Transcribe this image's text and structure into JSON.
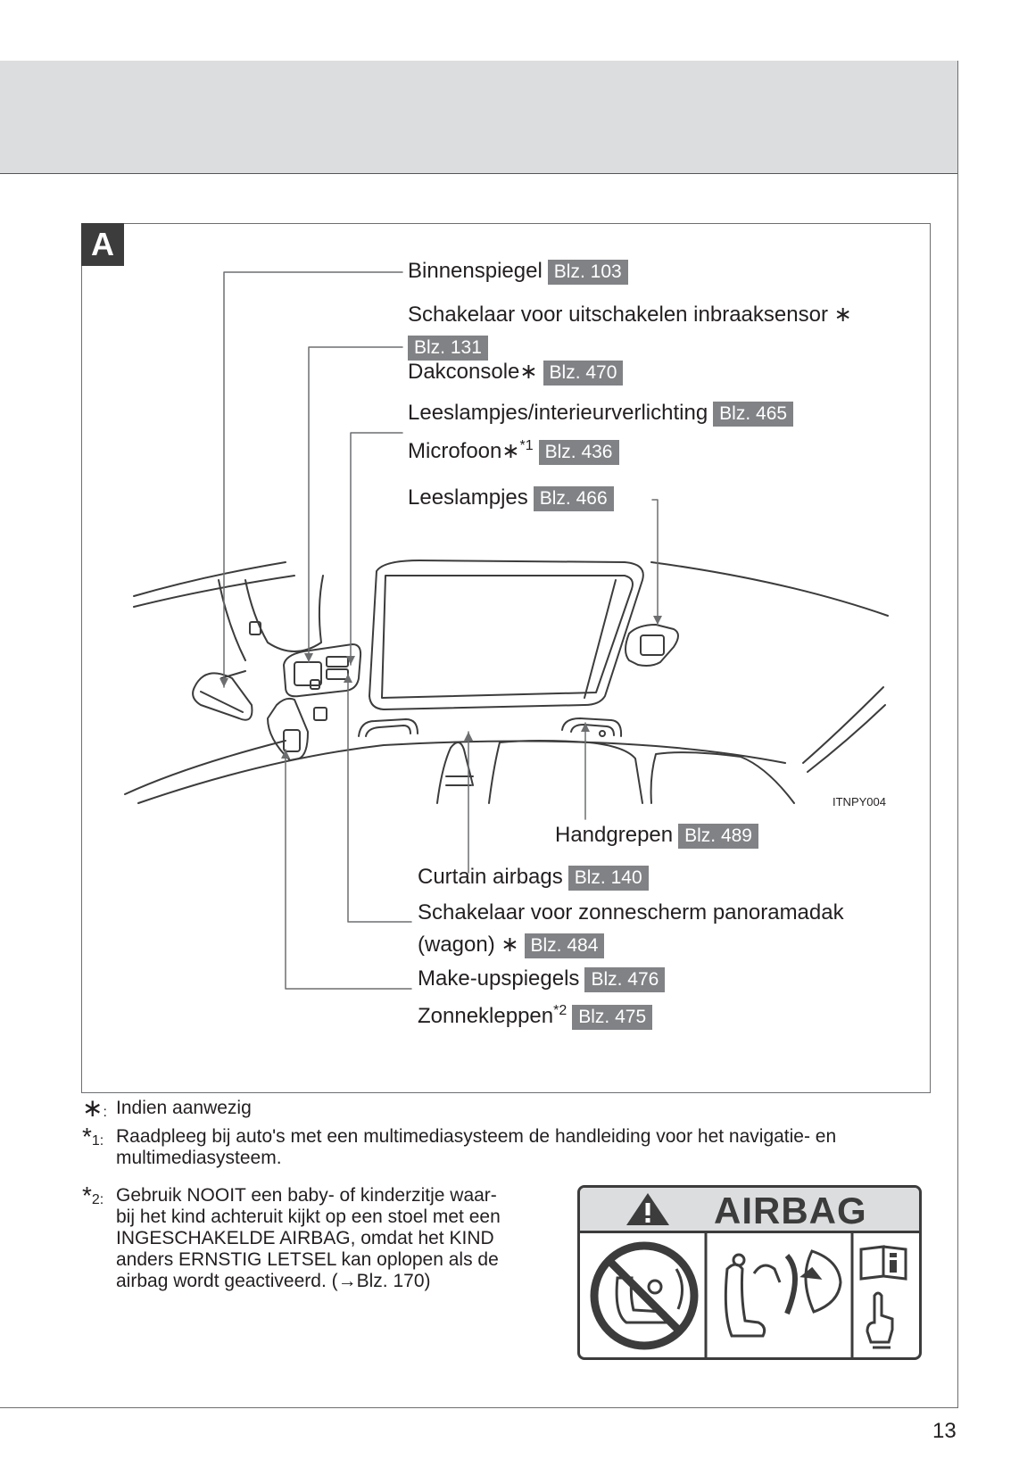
{
  "section": {
    "badge": "A"
  },
  "labels": {
    "binnenspiegel": {
      "text": "Binnenspiegel",
      "blz": "Blz. 103"
    },
    "inbraaksensor": {
      "text": "Schakelaar voor uitschakelen inbraaksensor",
      "asterisk": "∗",
      "blz": "Blz. 131"
    },
    "dakconsole": {
      "text": "Dakconsole",
      "asterisk": "∗",
      "blz": "Blz. 470"
    },
    "leeslampjes_interieur": {
      "text": "Leeslampjes/interieurverlichting",
      "blz": "Blz. 465"
    },
    "microfoon": {
      "text": "Microfoon",
      "asterisk": "∗",
      "footnote_mark": "*1",
      "blz": "Blz. 436"
    },
    "leeslampjes": {
      "text": "Leeslampjes",
      "blz": "Blz. 466"
    },
    "handgrepen": {
      "text": "Handgrepen",
      "blz": "Blz. 489"
    },
    "curtain_airbags": {
      "text": "Curtain airbags",
      "blz": "Blz. 140"
    },
    "zonnescherm": {
      "text": "Schakelaar voor zonnescherm panoramadak",
      "text2": "(wagon)",
      "asterisk": "∗",
      "blz": "Blz. 484"
    },
    "make_upspiegels": {
      "text": "Make-upspiegels",
      "blz": "Blz. 476"
    },
    "zonnekleppen": {
      "text": "Zonnekleppen",
      "footnote_mark": "*2",
      "blz": "Blz. 475"
    }
  },
  "figure_code": "ITNPY004",
  "footnotes": [
    {
      "mark": "∗",
      "sub": ":",
      "text": "Indien aanwezig"
    },
    {
      "mark": "*",
      "sub": "1:",
      "text_lines": [
        "Raadpleeg bij auto's met een multimediasysteem de handleiding voor het navigatie- en",
        "multimediasysteem."
      ]
    },
    {
      "mark": "*",
      "sub": "2:",
      "text_lines": [
        "Gebruik NOOIT een baby- of kinderzitje waar-",
        "bij het kind achteruit kijkt op een stoel met een",
        "INGESCHAKELDE AIRBAG, omdat het KIND",
        "anders ERNSTIG LETSEL kan oplopen als de",
        "airbag wordt geactiveerd. (→Blz. 170)"
      ]
    }
  ],
  "warning_label": {
    "title": "AIRBAG",
    "icons": [
      "warning-triangle-icon",
      "no-rear-facing-child-seat-icon",
      "airbag-deploy-icon",
      "read-manual-icon"
    ]
  },
  "page_number": "13",
  "colors": {
    "header_band": "#dcddde",
    "blz_badge": "#808285",
    "badge_dark": "#3c3c3c",
    "line": "#6d6e70"
  }
}
